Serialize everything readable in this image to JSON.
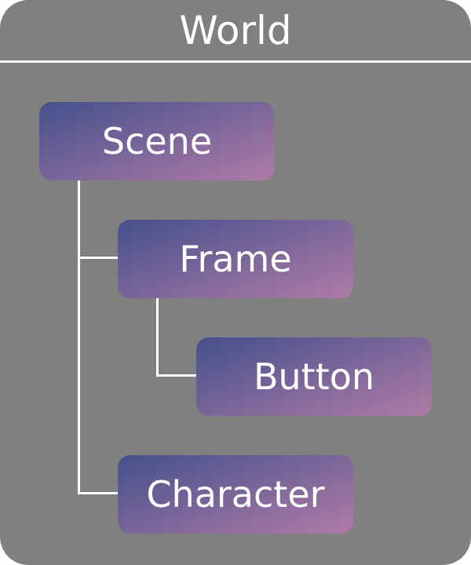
{
  "world": {
    "title": "World"
  },
  "nodes": {
    "scene": "Scene",
    "frame": "Frame",
    "button": "Button",
    "character": "Character"
  },
  "colors": {
    "background": "#808080",
    "gradient_start": "#45508c",
    "gradient_end": "#b07ba7",
    "text": "#ffffff"
  }
}
